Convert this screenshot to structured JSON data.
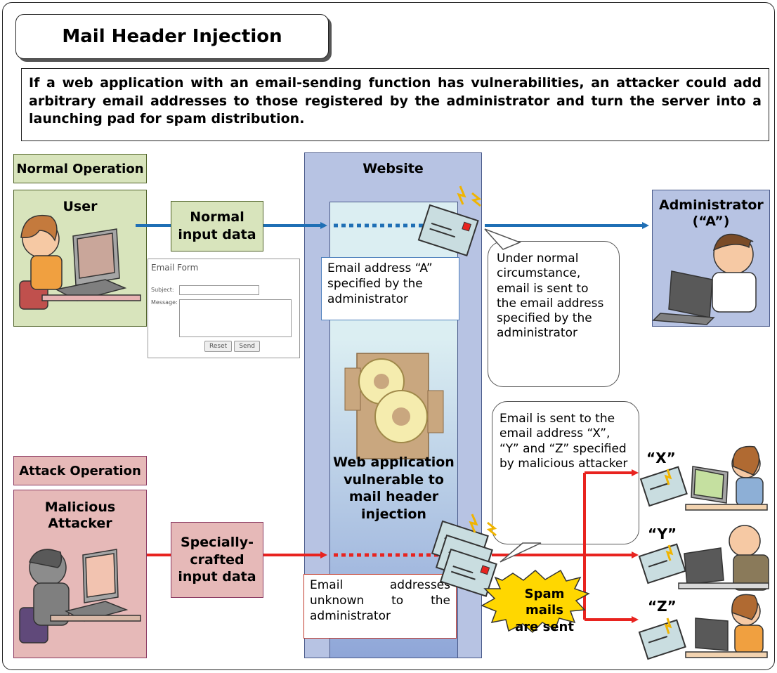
{
  "title": "Mail Header Injection",
  "intro": "If a web application with an email-sending function has vulnerabilities, an attacker could add arbitrary email addresses to those registered by the administrator and turn the server into a launching pad for spam distribution.",
  "normal": {
    "tag": "Normal Operation",
    "user_label": "User",
    "input_label": "Normal input data",
    "admin_label": "Administrator (“A”)",
    "callout": "Email address “A” specified by the administrator",
    "bubble": "Under normal circumstance, email is sent to the email address specified by the administrator"
  },
  "attack": {
    "tag": "Attack Operation",
    "attacker_label": "Malicious Attacker",
    "input_label": "Specially-crafted input data",
    "callout": "Email addresses unknown to the administrator",
    "bubble": "Email is sent to the email address “X”, “Y” and “Z” specified by malicious attacker",
    "spam_label": "Spam mails are sent"
  },
  "website": {
    "label": "Website",
    "app_label": "Web application vulnerable to mail header injection"
  },
  "form": {
    "title": "Email Form",
    "subject_label": "Subject:",
    "message_label": "Message:",
    "reset_label": "Reset",
    "send_label": "Send"
  },
  "recipients": [
    "“X”",
    "“Y”",
    "“Z”"
  ],
  "colors": {
    "normal_arrow": "#1f6fb5",
    "attack_arrow": "#e8231f",
    "website_bg": "#b7c3e3",
    "green_box": "#d8e4bc",
    "pink_box": "#e6b9b8"
  }
}
